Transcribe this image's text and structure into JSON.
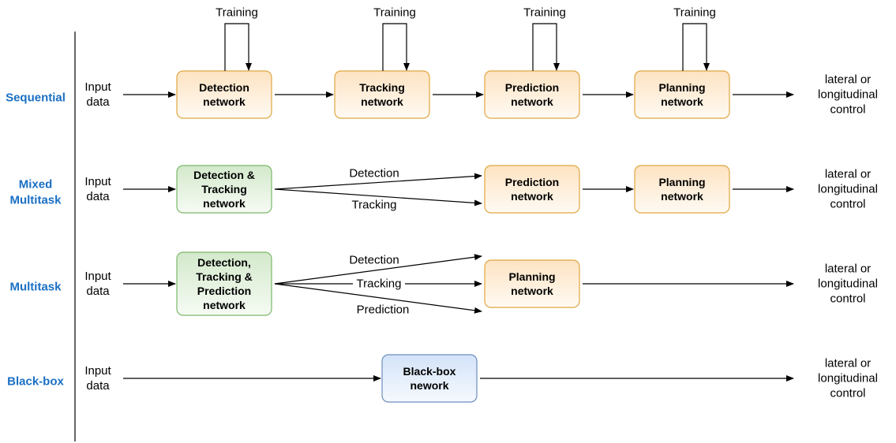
{
  "rows": [
    {
      "label": [
        "Sequential"
      ],
      "input": [
        "Input",
        "data"
      ],
      "output": [
        "lateral or",
        "longitudinal",
        "control"
      ],
      "boxes": [
        {
          "lines": [
            "Detection",
            "network"
          ],
          "color": "orange",
          "feedback": "Training"
        },
        {
          "lines": [
            "Tracking",
            "network"
          ],
          "color": "orange",
          "feedback": "Training"
        },
        {
          "lines": [
            "Prediction",
            "network"
          ],
          "color": "orange",
          "feedback": "Training"
        },
        {
          "lines": [
            "Planning",
            "network"
          ],
          "color": "orange",
          "feedback": "Training"
        }
      ],
      "edge_labels": []
    },
    {
      "label": [
        "Mixed",
        "Multitask"
      ],
      "input": [
        "Input",
        "data"
      ],
      "output": [
        "lateral or",
        "longitudinal",
        "control"
      ],
      "boxes": [
        {
          "lines": [
            "Detection &",
            "Tracking",
            "network"
          ],
          "color": "green"
        },
        {
          "lines": [
            "Prediction",
            "network"
          ],
          "color": "orange"
        },
        {
          "lines": [
            "Planning",
            "network"
          ],
          "color": "orange"
        }
      ],
      "edge_labels": [
        "Detection",
        "Tracking"
      ]
    },
    {
      "label": [
        "Multitask"
      ],
      "input": [
        "Input",
        "data"
      ],
      "output": [
        "lateral or",
        "longitudinal",
        "control"
      ],
      "boxes": [
        {
          "lines": [
            "Detection,",
            "Tracking &",
            "Prediction",
            "network"
          ],
          "color": "green"
        },
        {
          "lines": [
            "Planning",
            "network"
          ],
          "color": "orange"
        }
      ],
      "edge_labels": [
        "Detection",
        "Tracking",
        "Prediction"
      ]
    },
    {
      "label": [
        "Black-box"
      ],
      "input": [
        "Input",
        "data"
      ],
      "output": [
        "lateral or",
        "longitudinal",
        "control"
      ],
      "boxes": [
        {
          "lines": [
            "Black-box",
            "nework"
          ],
          "color": "blue"
        }
      ],
      "edge_labels": []
    }
  ],
  "colors": {
    "row_label": "#1a6fc4",
    "orange_fill": "#fde7cc",
    "orange_stroke": "#e0a640",
    "green_fill": "#d9ecd2",
    "green_stroke": "#7ab86a",
    "blue_fill": "#dae8fc",
    "blue_stroke": "#6c8ebf"
  }
}
